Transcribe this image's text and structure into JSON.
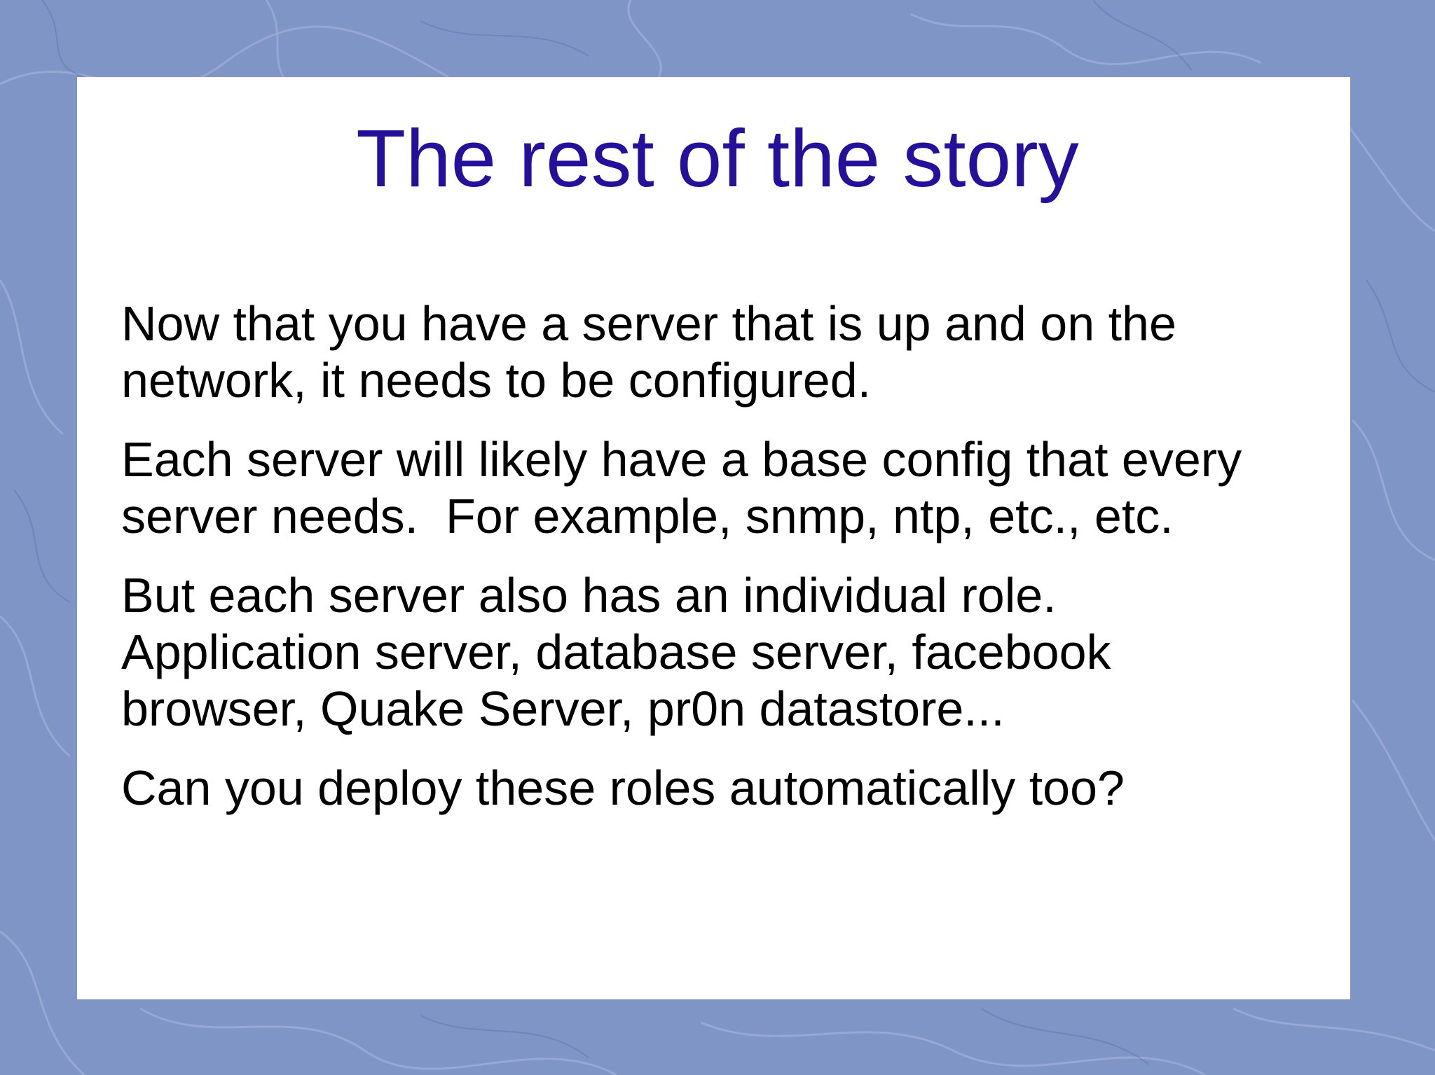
{
  "slide": {
    "title": "The rest of the story",
    "bullets": [
      {
        "lines": [
          "Now that you have a server that is up and on the",
          "network, it needs to be configured."
        ]
      },
      {
        "lines": [
          "Each server will likely have a base config that every",
          "server needs.  For example, snmp, ntp, etc., etc."
        ]
      },
      {
        "lines": [
          "But each server also has an individual role.",
          "Application server, database server, facebook",
          "browser, Quake Server, pr0n datastore..."
        ]
      },
      {
        "lines": [
          "Can you deploy these roles automatically too?"
        ]
      }
    ]
  },
  "colors": {
    "background": "#7f95c6",
    "panel": "#ffffff",
    "title": "#24109a",
    "body_text": "#000000"
  }
}
